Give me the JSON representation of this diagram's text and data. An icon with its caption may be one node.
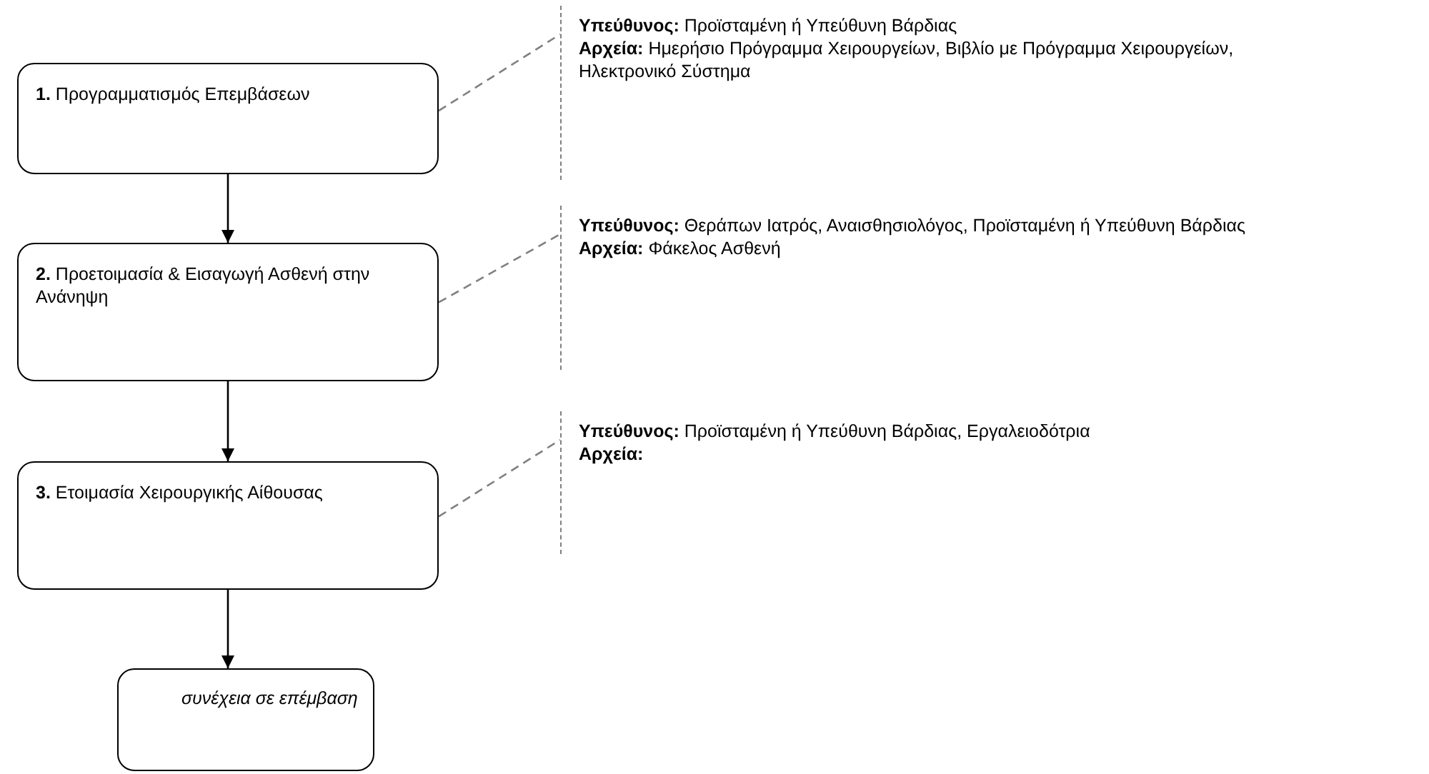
{
  "diagram": {
    "nodes": [
      {
        "text": [
          "**1.** Προγραμματισμός Επεμβάσεων"
        ]
      },
      {
        "text": [
          "**Υπεύθυνος:** Προϊσταμένη ή Υπεύθυνη Βάρδιας",
          "**Αρχεία:** Ημερήσιο Πρόγραμμα  Χειρουργείων, Βιβλίο με Πρόγραμμα Χειρουργείων, Ηλεκτρονικό Σύστημα"
        ]
      },
      {
        "text": [
          "**2.** Προετοιμασία & Εισαγωγή Ασθενή στην Ανάνηψη"
        ]
      },
      {
        "text": [
          "**Υπεύθυνος:** Θεράπων Ιατρός, Αναισθησιολόγος, Προϊσταμένη ή Υπεύθυνη Βάρδιας",
          "**Αρχεία:** Φάκελος Ασθενή"
        ]
      },
      {
        "text": [
          "**3.** Ετοιμασία Χειρουργικής Αίθουσας"
        ]
      },
      {
        "text": [
          "**Υπεύθυνος:** Προϊσταμένη ή Υπεύθυνη Βάρδιας, Εργαλειοδότρια",
          "**Αρχεία:**"
        ]
      },
      {
        "text": [
          "συνέχεια σε επέμβαση"
        ]
      }
    ],
    "edges": [
      {
        "from": 0,
        "to": 2,
        "arrow": "to"
      },
      {
        "from": 2,
        "to": 4,
        "arrow": "to"
      },
      {
        "from": 4,
        "to": 6,
        "arrow": "to"
      },
      {
        "from": 0,
        "to": 1,
        "arrow": "none",
        "style": "dashed",
        "color": "#808080"
      },
      {
        "from": 2,
        "to": 3,
        "arrow": "none",
        "style": "dashed",
        "color": "#808080"
      },
      {
        "from": 4,
        "to": 5,
        "arrow": "none",
        "style": "dashed",
        "color": "#808080"
      }
    ]
  }
}
